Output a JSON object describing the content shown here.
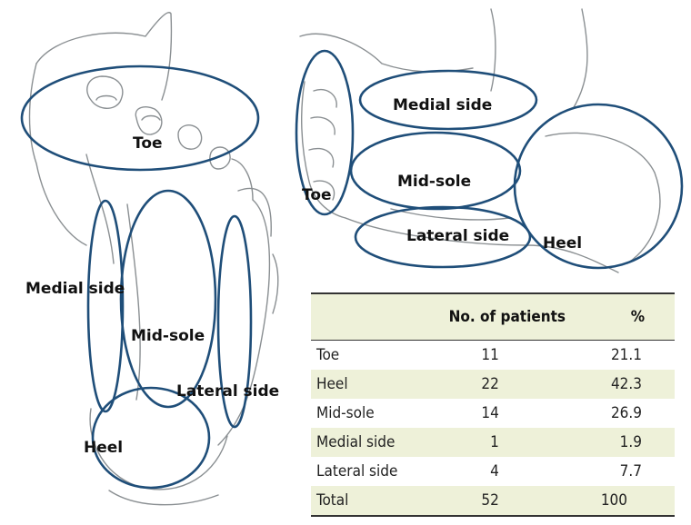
{
  "regions": {
    "toe": "Toe",
    "medial_side": "Medial side",
    "mid_sole": "Mid-sole",
    "lateral_side": "Lateral side",
    "heel": "Heel"
  },
  "table": {
    "headers": [
      "",
      "No. of patients",
      "%"
    ],
    "rows": [
      {
        "site": "Toe",
        "patients": "11",
        "percent": "21.1"
      },
      {
        "site": "Heel",
        "patients": "22",
        "percent": "42.3"
      },
      {
        "site": "Mid-sole",
        "patients": "14",
        "percent": "26.9"
      },
      {
        "site": "Medial side",
        "patients": "1",
        "percent": "1.9"
      },
      {
        "site": "Lateral side",
        "patients": "4",
        "percent": "7.7"
      },
      {
        "site": "Total",
        "patients": "52",
        "percent": "100"
      }
    ]
  },
  "colors": {
    "region_outline": "#1f4e79",
    "sketch_line": "#8a8f92",
    "table_shading": "#eef1d9"
  }
}
